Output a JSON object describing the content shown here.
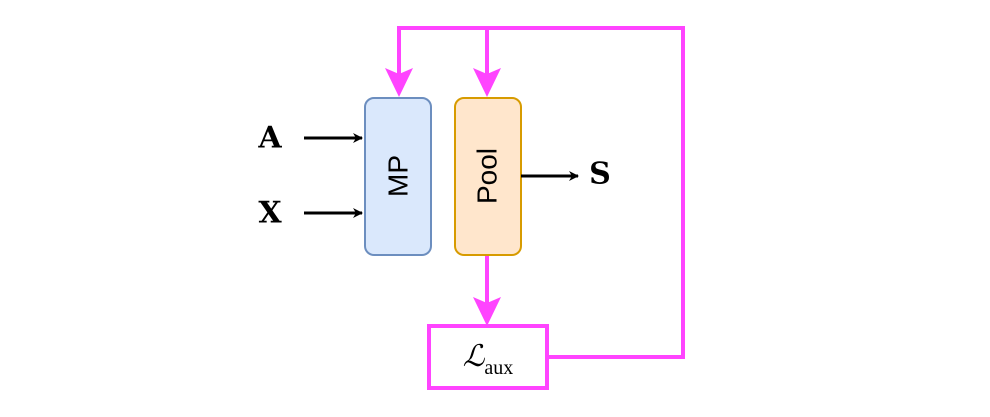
{
  "inputs": {
    "a": "A",
    "x": "X"
  },
  "output": "S",
  "blocks": {
    "mp": "MP",
    "pool": "Pool"
  },
  "loss": {
    "symbol": "ℒ",
    "subscript": "aux"
  },
  "colors": {
    "feedback": "#ff44ff",
    "mp_fill": "#dae8fc",
    "mp_stroke": "#6c8ebf",
    "pool_fill": "#ffe6cc",
    "pool_stroke": "#d79b00",
    "arrow": "#000000"
  }
}
